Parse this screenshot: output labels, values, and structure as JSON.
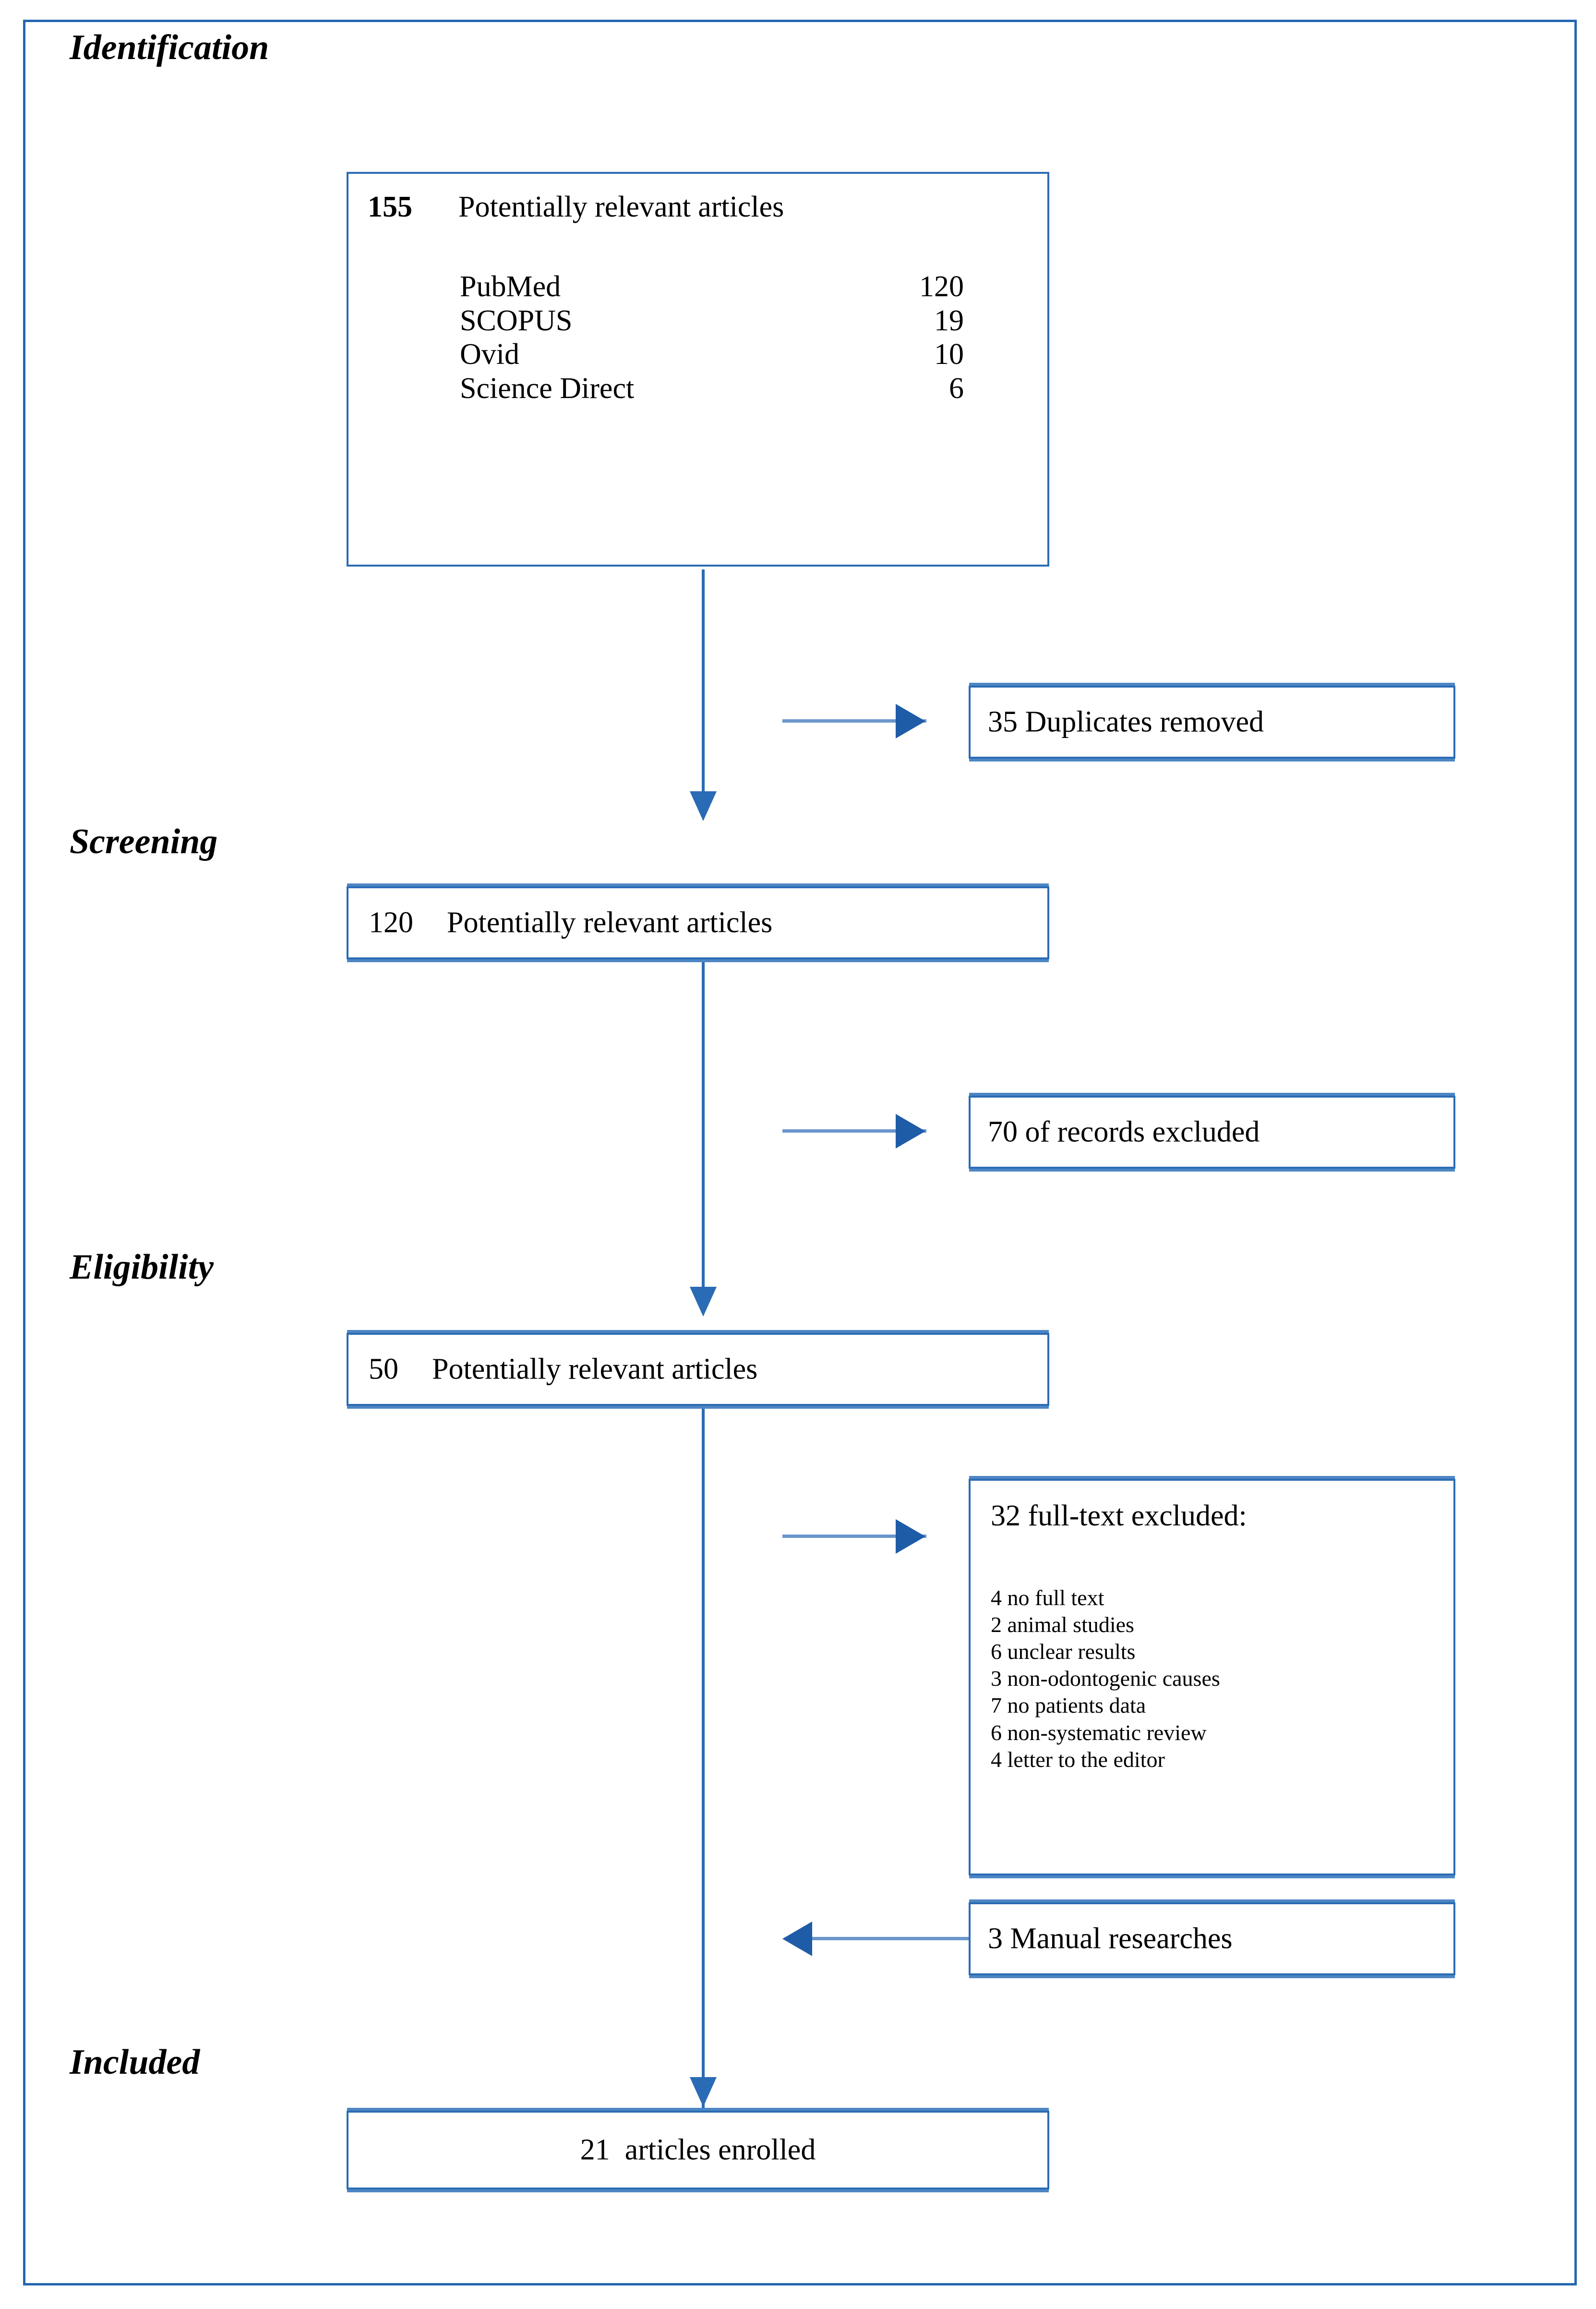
{
  "figure": {
    "type": "prisma-flow-diagram",
    "frame_color": "#2467b0",
    "box_border_color": "#2b6cb4",
    "arrow_color": "#2a6bb5",
    "arrow_stem_color": "#6a96cc"
  },
  "stages": {
    "identification": "Identification",
    "screening": "Screening",
    "eligibility": "Eligibility",
    "included": "Included"
  },
  "identification_box": {
    "count": "155",
    "label": "Potentially relevant articles",
    "sources": [
      {
        "name": "PubMed",
        "count": "120"
      },
      {
        "name": "SCOPUS",
        "count": "19"
      },
      {
        "name": "Ovid",
        "count": "10"
      },
      {
        "name": "Science Direct",
        "count": "6"
      }
    ]
  },
  "duplicates_box": {
    "count": "35",
    "label": "Duplicates removed"
  },
  "screening_box": {
    "count": "120",
    "label": "Potentially relevant articles"
  },
  "records_excluded_box": {
    "count": "70",
    "label": "of records excluded"
  },
  "eligibility_box": {
    "count": "50",
    "label": "Potentially relevant articles"
  },
  "fulltext_excluded_box": {
    "count": "32",
    "label": "full-text excluded:",
    "reasons": [
      "4 no full text",
      "2 animal studies",
      "6 unclear results",
      "3 non-odontogenic causes",
      "7 no patients data",
      "6 non-systematic review",
      "4 letter to the editor"
    ]
  },
  "manual_box": {
    "count": "3",
    "label": "Manual researches"
  },
  "included_box": {
    "count": "21",
    "label": "articles enrolled"
  },
  "chart_data": {
    "type": "table",
    "title": "PRISMA study selection flow",
    "stages": [
      "Identification",
      "Screening",
      "Eligibility",
      "Included"
    ],
    "nodes": [
      {
        "id": "identified",
        "stage": "Identification",
        "n": 155,
        "label": "Potentially relevant articles"
      },
      {
        "id": "duplicates",
        "stage": "Identification",
        "n": 35,
        "label": "Duplicates removed"
      },
      {
        "id": "screened",
        "stage": "Screening",
        "n": 120,
        "label": "Potentially relevant articles"
      },
      {
        "id": "records_excl",
        "stage": "Screening",
        "n": 70,
        "label": "of records excluded"
      },
      {
        "id": "eligible",
        "stage": "Eligibility",
        "n": 50,
        "label": "Potentially relevant articles"
      },
      {
        "id": "fulltext_excl",
        "stage": "Eligibility",
        "n": 32,
        "label": "full-text excluded:"
      },
      {
        "id": "manual",
        "stage": "Eligibility",
        "n": 3,
        "label": "Manual researches"
      },
      {
        "id": "included",
        "stage": "Included",
        "n": 21,
        "label": "articles enrolled"
      }
    ],
    "sources": {
      "PubMed": 120,
      "SCOPUS": 19,
      "Ovid": 10,
      "Science Direct": 6
    },
    "exclusion_reasons": {
      "no full text": 4,
      "animal studies": 2,
      "unclear results": 6,
      "non-odontogenic causes": 3,
      "no patients data": 7,
      "non-systematic review": 6,
      "letter to the editor": 4
    }
  }
}
